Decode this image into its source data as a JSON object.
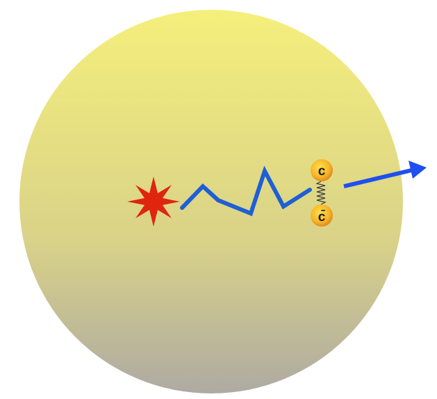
{
  "diagram": {
    "quark_label": "c",
    "antiquark_label": "c̄",
    "colors": {
      "sphere_top": "#f5ef7c",
      "sphere_bottom": "#aeaaa2",
      "star": "#e0250f",
      "string_path": "#1f5fd6",
      "spring": "#3a3a3a",
      "quark_fill": "#f6a623",
      "quark_core": "#ffd43a",
      "arrow": "#1f4ff0"
    },
    "icons": {
      "collision": "starburst-icon",
      "path": "zigzag-path",
      "bond": "spring-icon",
      "escape": "arrow-right-icon"
    }
  }
}
